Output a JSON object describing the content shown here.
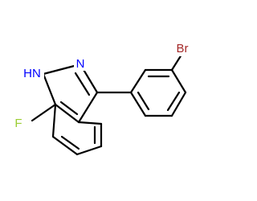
{
  "molecule": {
    "atoms": {
      "nh": "HN",
      "n": "N",
      "f": "F",
      "br": "Br"
    },
    "colors": {
      "nitrogen": "#0000ff",
      "fluorine": "#9acd32",
      "bromine": "#a52a2a",
      "bond": "#000000"
    }
  }
}
